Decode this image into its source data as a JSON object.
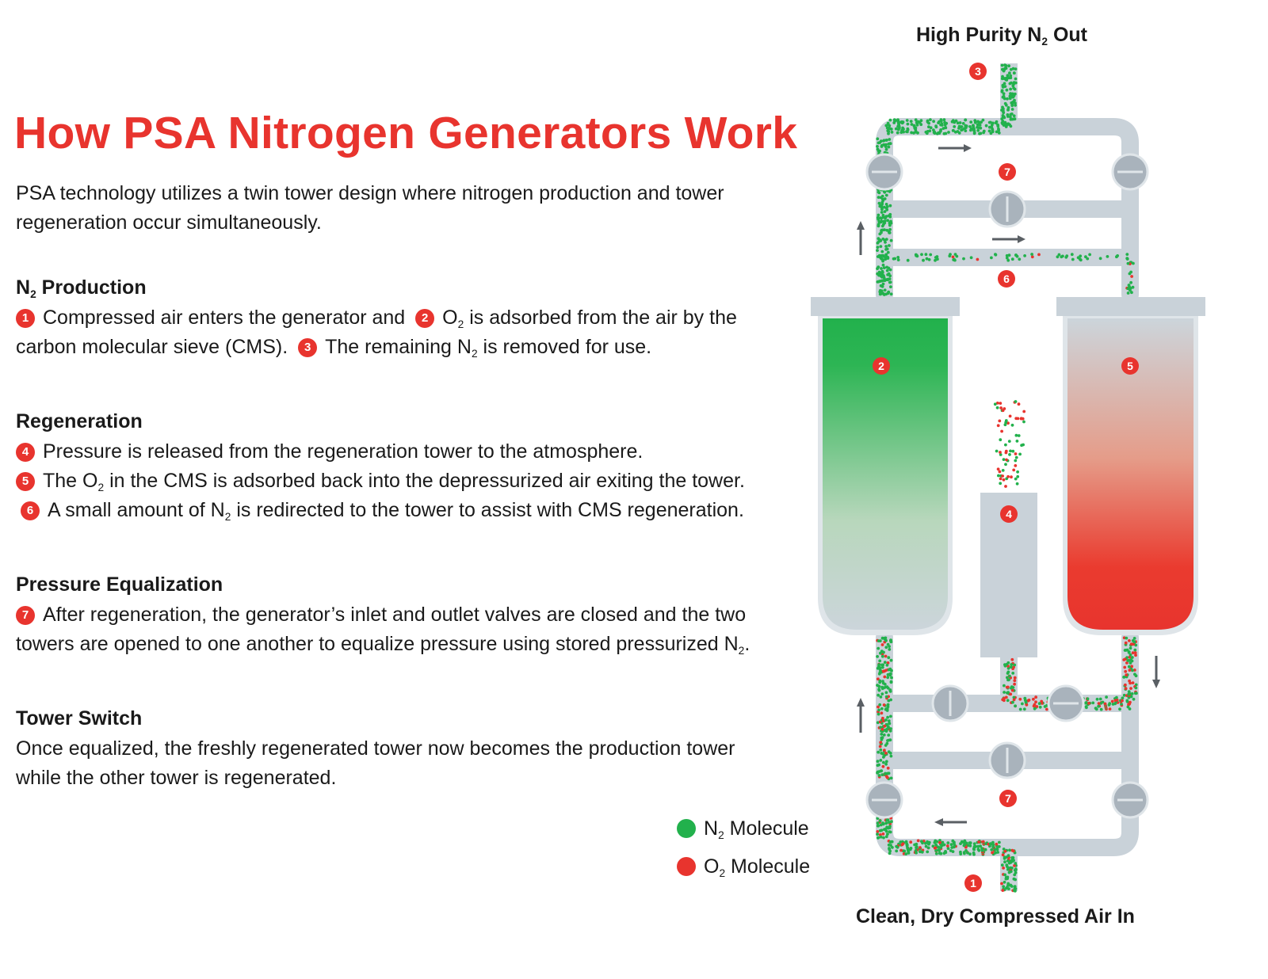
{
  "title": "How PSA Nitrogen Generators Work",
  "intro": "PSA technology utilizes a twin tower design where nitrogen production and tower regeneration occur simultaneously.",
  "sections": {
    "production": {
      "heading_pre": "N",
      "heading_sub": "2",
      "heading_post": " Production",
      "s1": "Compressed air enters the generator and",
      "s2_pre": "O",
      "s2_sub": "2",
      "s2_post": " is adsorbed from the air by the carbon molecular sieve (CMS).",
      "s3_pre": "The remaining N",
      "s3_sub": "2",
      "s3_post": " is removed for use."
    },
    "regeneration": {
      "heading": "Regeneration",
      "s4": "Pressure is released from the regeneration tower to the atmosphere.",
      "s5_pre": "The O",
      "s5_sub": "2",
      "s5_post": " in the CMS is adsorbed back into the depressurized air exiting the tower.",
      "s6_pre": "A small amount of N",
      "s6_sub": "2",
      "s6_post": " is redirected to the tower to assist with CMS regeneration."
    },
    "equalization": {
      "heading": "Pressure Equalization",
      "s7_pre": "After regeneration, the generator’s inlet and outlet valves are closed and the two towers are opened to one another to equalize pressure using stored pressurized N",
      "s7_sub": "2",
      "s7_post": "."
    },
    "switch": {
      "heading": "Tower Switch",
      "text": "Once equalized, the freshly regenerated tower now becomes the production tower while the other tower is regenerated."
    }
  },
  "badges": {
    "b1": "1",
    "b2": "2",
    "b3": "3",
    "b4": "4",
    "b5": "5",
    "b6": "6",
    "b7": "7"
  },
  "legend": {
    "n2_pre": "N",
    "n2_sub": "2",
    "n2_post": " Molecule",
    "o2_pre": "O",
    "o2_sub": "2",
    "o2_post": " Molecule"
  },
  "captions": {
    "out_pre": "High Purity N",
    "out_sub": "2",
    "out_post": " Out",
    "in": "Clean, Dry Compressed Air In"
  },
  "colors": {
    "accent_red": "#e8342e",
    "n2_green": "#22b14c",
    "o2_red": "#e8342e",
    "pipe": "#c9d2d9",
    "valve": "#a9b3bc"
  }
}
